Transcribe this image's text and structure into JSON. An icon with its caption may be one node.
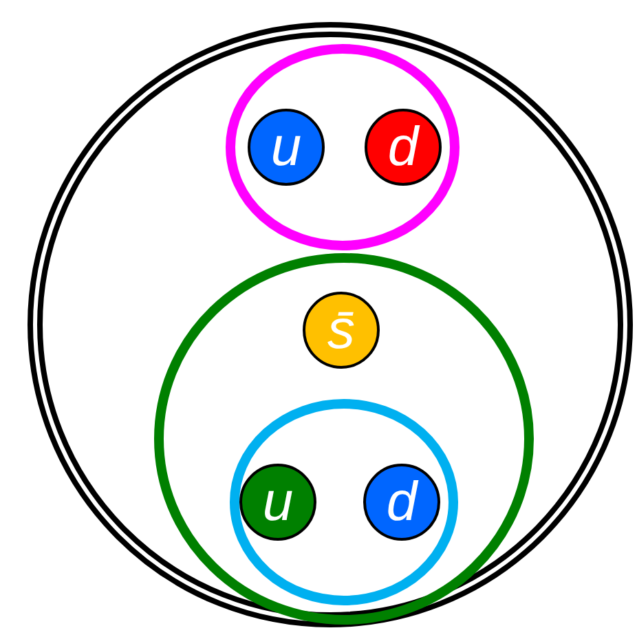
{
  "diagram": {
    "nodes": [
      {
        "text": [],
        "shape": "circle"
      },
      {
        "text": [],
        "shape": "circle",
        "in": 0
      },
      {
        "text": [
          "u"
        ],
        "in": 1
      },
      {
        "text": [
          "d"
        ],
        "in": 1
      },
      {
        "text": [],
        "shape": "circle",
        "in": 0
      },
      {
        "text": [
          "s̄"
        ],
        "in": 4
      },
      {
        "text": [],
        "shape": "circle",
        "in": 4
      },
      {
        "text": [
          "u"
        ],
        "in": 6
      },
      {
        "text": [
          "d"
        ],
        "in": 6
      }
    ]
  }
}
